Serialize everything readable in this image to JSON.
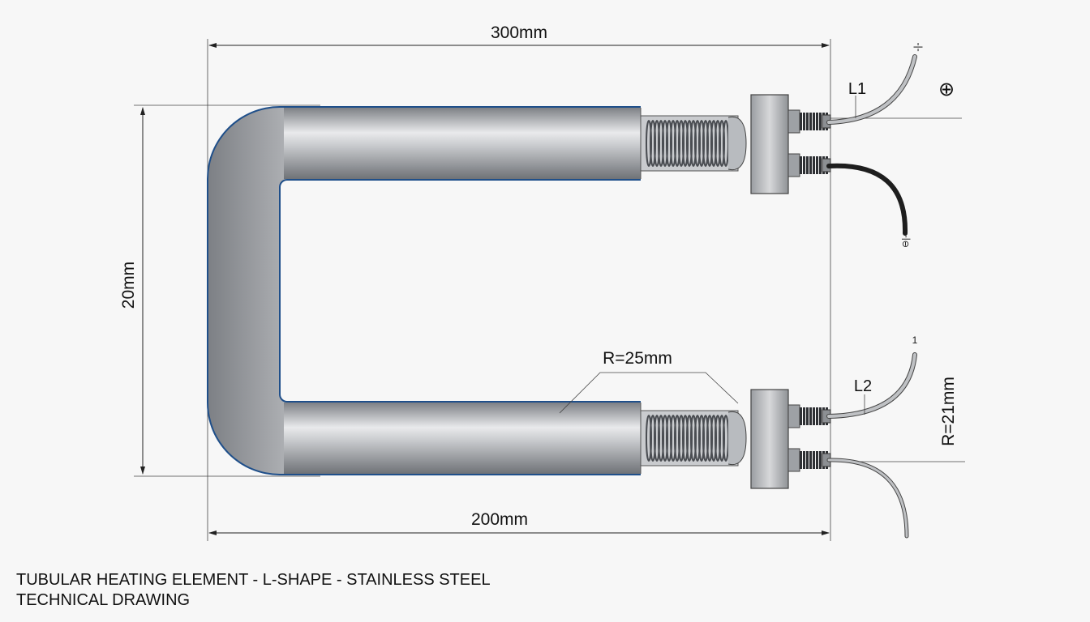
{
  "dimensions": {
    "overall_length": "300mm",
    "straight_length": "200mm",
    "height": "20mm",
    "bend_radius": "R=25mm",
    "terminal_radius": "R=21mm"
  },
  "terminals": {
    "upper_label": "L1",
    "lower_label": "L2",
    "plus_symbol": "⊕",
    "upper_wire_mark": "-|-",
    "upper_lead_mark": "⊖|-",
    "lower_wire_mark": "1"
  },
  "caption": {
    "line1": "TUBULAR HEATING ELEMENT - L-SHAPE - STAINLESS STEEL",
    "line2": "TECHNICAL DRAWING"
  },
  "colors": {
    "tube_outline": "#1f4f8a",
    "tube_steel": "#a9acb0",
    "dimension_line": "#222222",
    "background": "#f7f7f7"
  }
}
